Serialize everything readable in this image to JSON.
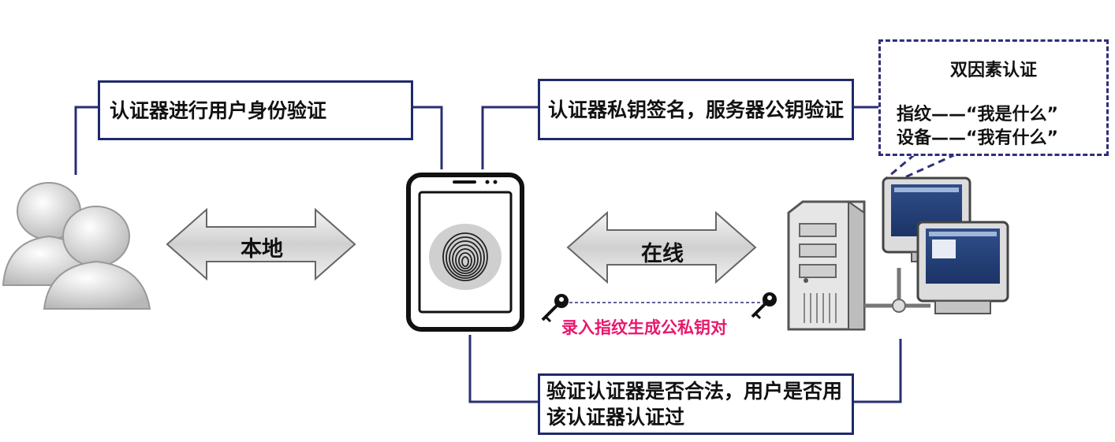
{
  "boxes": {
    "local_auth": "认证器进行用户身份验证",
    "sign_verify": "认证器私钥签名，服务器公钥验证",
    "check_legal": "验证认证器是否合法，用户是否用该认证器认证过"
  },
  "arrows": {
    "local": "本地",
    "online": "在线"
  },
  "keypair_label": "录入指纹生成公私钥对",
  "two_factor": {
    "title": "双因素认证",
    "line1": "指纹——“我是什么”",
    "line2": "设备——“我有什么”"
  },
  "icons": [
    "users-icon",
    "phone-icon",
    "fingerprint-icon",
    "key-icon",
    "server-icon",
    "monitor-icon"
  ],
  "colors": {
    "connector": "#2a2f72",
    "pink_text": "#e8186d",
    "arrow_fill": "#d8d8d8"
  }
}
